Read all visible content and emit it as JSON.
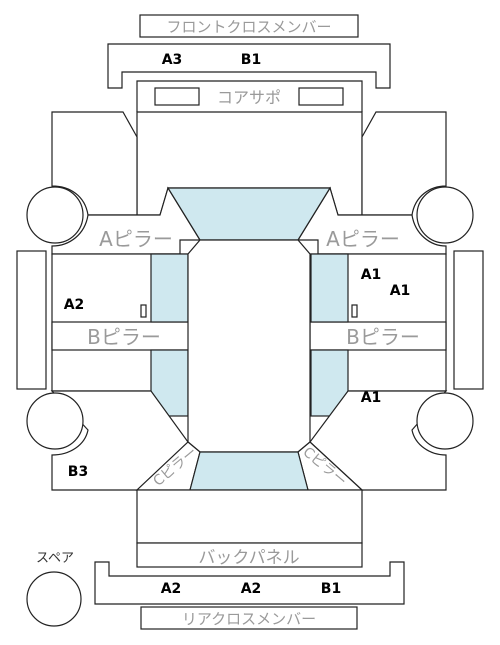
{
  "labels": {
    "front_cross_member": "フロントクロスメンバー",
    "core_support": "コアサポ",
    "a_pillar_left": "Aピラー",
    "a_pillar_right": "Aピラー",
    "b_pillar_left": "Bピラー",
    "b_pillar_right": "Bピラー",
    "c_pillar_left": "Cピラー",
    "c_pillar_right": "Cピラー",
    "back_panel": "バックパネル",
    "rear_cross_member": "リアクロスメンバー",
    "spare": "スペア"
  },
  "grades": {
    "front_a3": "A3",
    "front_b1": "B1",
    "right_front_upper": "A1",
    "right_front_lower": "A1",
    "left_front": "A2",
    "right_rear": "A1",
    "left_rear": "B3",
    "rear_1": "A2",
    "rear_2": "A2",
    "rear_3": "B1"
  },
  "colors": {
    "glass": "#cfe8ef",
    "line": "#222222",
    "label_gray": "#9a9a9a"
  }
}
